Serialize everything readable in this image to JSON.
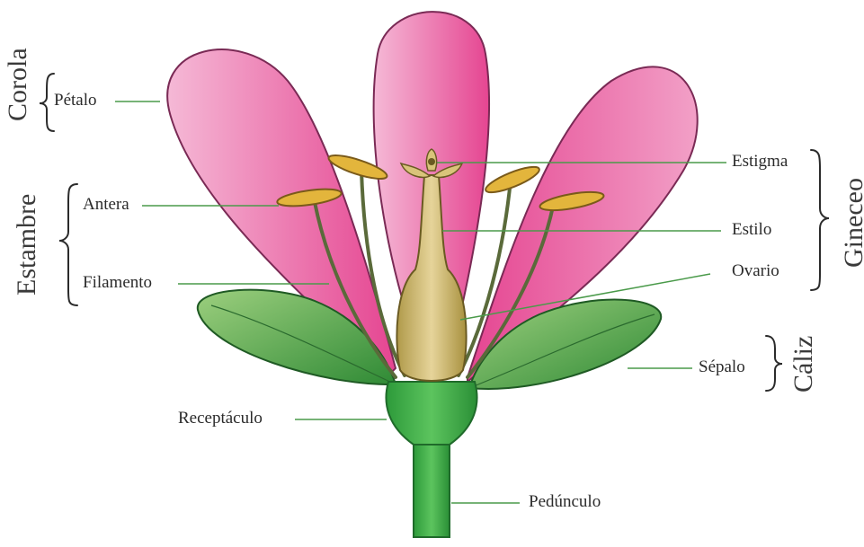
{
  "labels": {
    "petalo": "Pétalo",
    "antera": "Antera",
    "filamento": "Filamento",
    "receptaculo": "Receptáculo",
    "pedunculo": "Pedúnculo",
    "estigma": "Estigma",
    "estilo": "Estilo",
    "ovario": "Ovario",
    "sepalo": "Sépalo"
  },
  "groups": {
    "corola": "Corola",
    "estambre": "Estambre",
    "gineceo": "Gineceo",
    "caliz": "Cáliz"
  },
  "colors": {
    "petal": "#e8559a",
    "petal_light": "#f3a9cc",
    "sepal": "#3f9a3f",
    "stem": "#3aa845",
    "pistil": "#c8b35c",
    "anther": "#e0b53a",
    "leader_line": "#4a9a4a"
  }
}
